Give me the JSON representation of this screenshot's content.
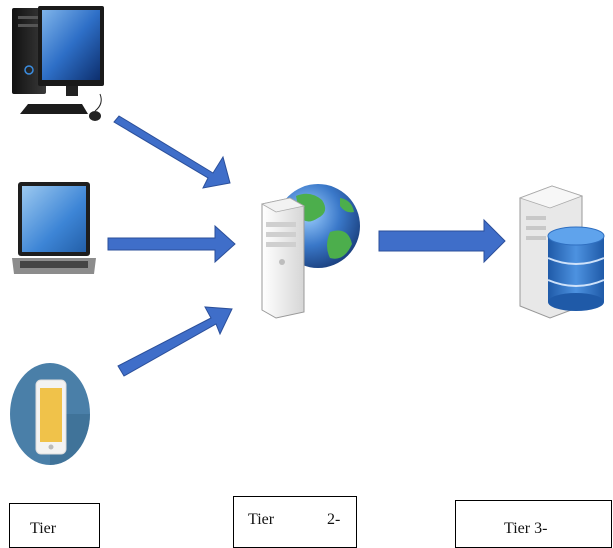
{
  "diagram": {
    "tier_labels": {
      "tier1": "Tier",
      "tier2_word": "Tier",
      "tier2_suffix": "2-",
      "tier3": "Tier 3-"
    },
    "colors": {
      "arrow_fill": "#3f6ec9",
      "arrow_stroke": "#2b4f9a",
      "mobile_circle": "#4a7fa8",
      "globe_ocean": "#3a78c9",
      "globe_land": "#4cae4c",
      "db_blue": "#2f6fc0"
    },
    "icons": [
      "desktop-computer-icon",
      "laptop-icon",
      "mobile-phone-icon",
      "web-server-globe-icon",
      "database-server-icon"
    ]
  }
}
